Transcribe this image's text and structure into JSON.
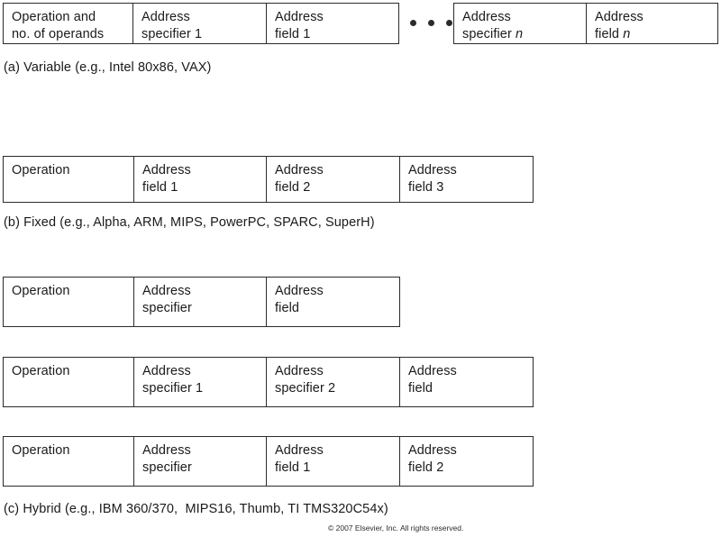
{
  "figure": {
    "title_semantic": "instruction-encoding-formats",
    "copyright": "© 2007 Elsevier, Inc. All rights reserved."
  },
  "variable": {
    "caption": "(a) Variable (e.g., Intel 80x86, VAX)",
    "left_cells": [
      "Operation and\nno. of operands",
      "Address\nspecifier 1",
      "Address\nfield 1"
    ],
    "ellipsis": "• • •",
    "right_cells": [
      "Address\nspecifier n",
      "Address\nfield n"
    ],
    "right_cells_italic_suffix": "n"
  },
  "fixed": {
    "caption": "(b) Fixed (e.g., Alpha, ARM, MIPS, PowerPC, SPARC, SuperH)",
    "cells": [
      "Operation",
      "Address\nfield 1",
      "Address\nfield 2",
      "Address\nfield 3"
    ]
  },
  "hybrid": {
    "caption": "(c) Hybrid (e.g., IBM 360/370,  MIPS16, Thumb, TI TMS320C54x)",
    "rows": [
      {
        "cells": [
          "Operation",
          "Address\nspecifier",
          "Address\nfield"
        ]
      },
      {
        "cells": [
          "Operation",
          "Address\nspecifier 1",
          "Address\nspecifier 2",
          "Address\nfield"
        ]
      },
      {
        "cells": [
          "Operation",
          "Address\nspecifier",
          "Address\nfield 1",
          "Address\nfield 2"
        ]
      }
    ]
  }
}
